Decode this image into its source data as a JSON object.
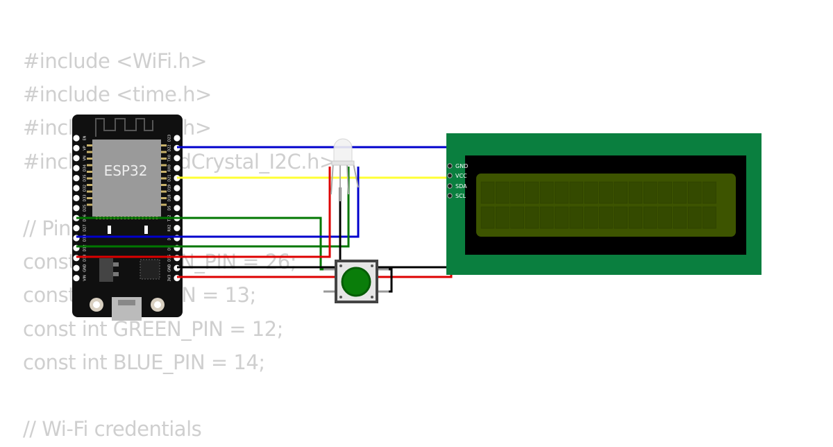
{
  "code_lines": [
    "#include <WiFi.h>",
    "#include <time.h>",
    "#include <Wire.h>",
    "#include <LiquidCrystal_I2C.h>",
    "",
    "// Pin definitions",
    "const int BUTTON_PIN = 26;",
    "const int RED_PIN = 13;",
    "const int GREEN_PIN = 12;",
    "const int BLUE_PIN = 14;",
    "",
    "// Wi-Fi credentials"
  ],
  "esp32": {
    "chip_label": "ESP32",
    "left_pins": [
      "EN",
      "VP",
      "VN",
      "D34",
      "D35",
      "D32",
      "D33",
      "D25",
      "D26",
      "D27",
      "D14",
      "D12",
      "D13",
      "GND",
      "VIN"
    ],
    "right_pins": [
      "D23",
      "D22",
      "TX0",
      "RX0",
      "D21",
      "D19",
      "D18",
      "D5",
      "TX2",
      "RX2",
      "D4",
      "D2",
      "D15",
      "GND",
      "3V3"
    ]
  },
  "lcd": {
    "pins": [
      "GND",
      "VCC",
      "SDA",
      "SCL"
    ]
  },
  "wire_colors": {
    "blue": "#0000cc",
    "yellow": "#ffff33",
    "green": "#007700",
    "red": "#dd0000",
    "black": "#000000"
  },
  "colors": {
    "board": "#101010",
    "lcd_board": "#0a7f3f",
    "lcd_screen": "#3d5400",
    "button_cap": "#0a7d0a"
  }
}
